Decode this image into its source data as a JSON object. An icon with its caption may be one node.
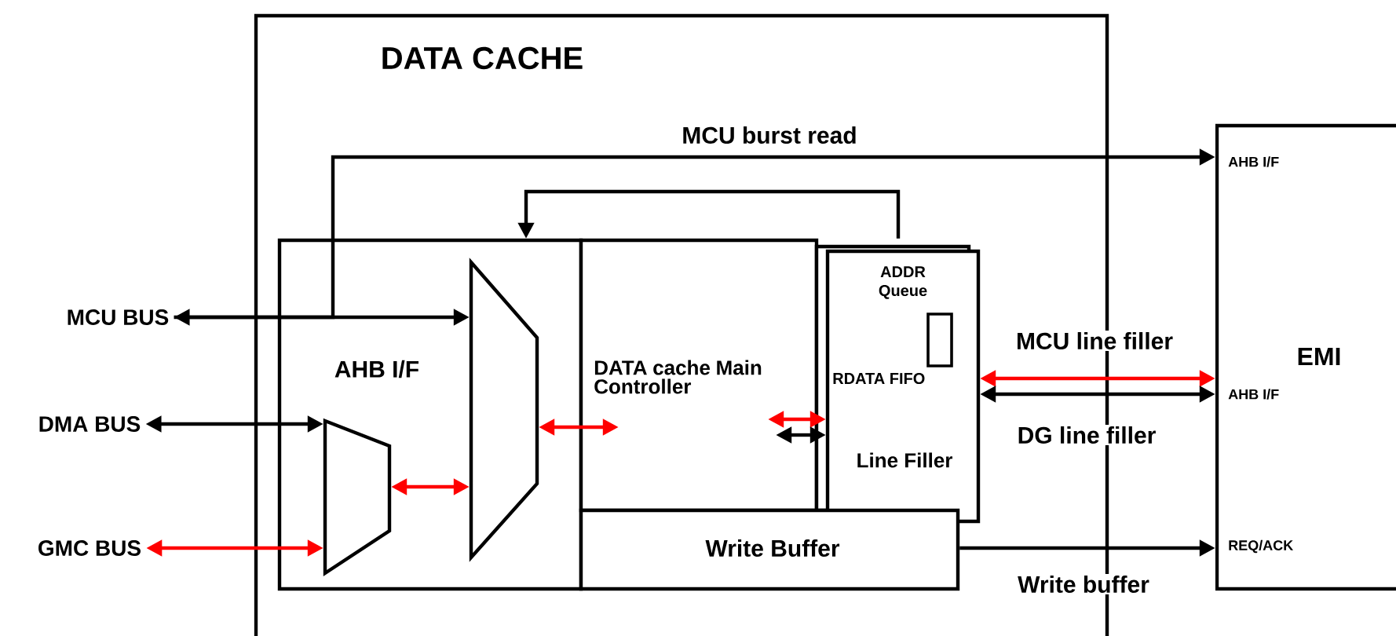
{
  "diagram": {
    "nodes": [
      {
        "text": [
          "DATA CACHE"
        ]
      },
      {
        "text": [
          "AHB I/F"
        ],
        "in": 0
      },
      {
        "text": [],
        "shape": "trapezoid",
        "in": 1
      },
      {
        "text": [],
        "shape": "trapezoid",
        "in": 1
      },
      {
        "text": [
          "DATA cache Main Controller"
        ],
        "in": 0
      },
      {
        "text": [
          "ADDR Queue",
          "RDATA FIFO",
          "Line Filler"
        ],
        "in": 0
      },
      {
        "text": [
          "Write Buffer"
        ],
        "in": 0
      },
      {
        "text": [
          "AHB I/F",
          "EMI",
          "AHB I/F",
          "REQ/ACK"
        ]
      },
      {
        "text": [
          "MCU BUS"
        ]
      },
      {
        "text": [
          "DMA BUS"
        ]
      },
      {
        "text": [
          "GMC BUS"
        ]
      }
    ],
    "edges": [
      {
        "from": 8,
        "to": 2,
        "arrow": "both"
      },
      {
        "from": 8,
        "to": 7,
        "arrow": "to",
        "label": "MCU burst read"
      },
      {
        "from": 9,
        "to": 3,
        "arrow": "both"
      },
      {
        "from": 10,
        "to": 3,
        "arrow": "both",
        "color": "#ff0000"
      },
      {
        "from": 3,
        "to": 2,
        "arrow": "both",
        "color": "#ff0000"
      },
      {
        "from": 2,
        "to": 4,
        "arrow": "both",
        "color": "#ff0000"
      },
      {
        "from": 4,
        "to": 5,
        "arrow": "both",
        "color": "#ff0000"
      },
      {
        "from": 4,
        "to": 5,
        "arrow": "both"
      },
      {
        "from": 5,
        "to": 1,
        "arrow": "to"
      },
      {
        "from": 5,
        "to": 7,
        "arrow": "both",
        "label": "MCU line filler",
        "color": "#ff0000"
      },
      {
        "from": 5,
        "to": 7,
        "arrow": "both",
        "label": "DG line filler"
      },
      {
        "from": 6,
        "to": 7,
        "arrow": "to",
        "label": "Write buffer"
      }
    ]
  }
}
